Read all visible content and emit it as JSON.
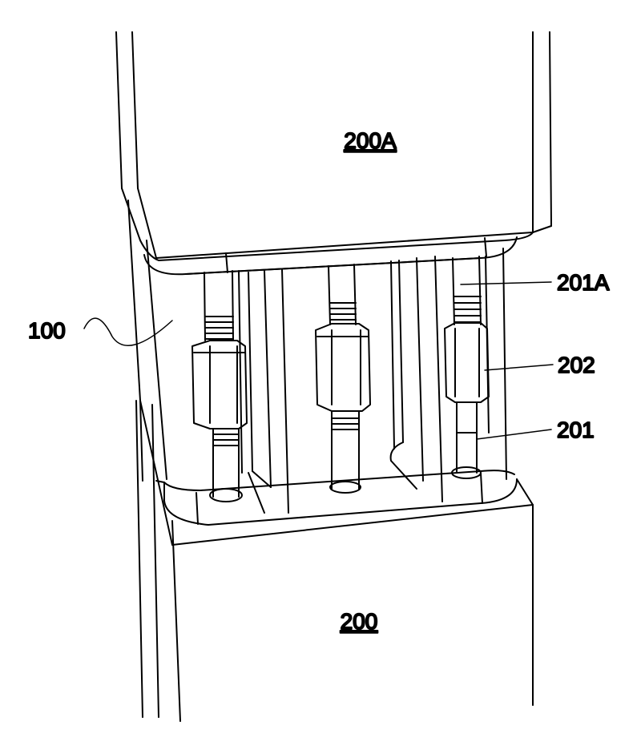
{
  "figure": {
    "labels": {
      "upper_column": "200A",
      "lower_column": "200",
      "connector": "100",
      "upper_rod": "201A",
      "coupler_nut": "202",
      "lower_rod": "201"
    }
  },
  "colors": {
    "line": "#000000",
    "background": "#ffffff"
  }
}
